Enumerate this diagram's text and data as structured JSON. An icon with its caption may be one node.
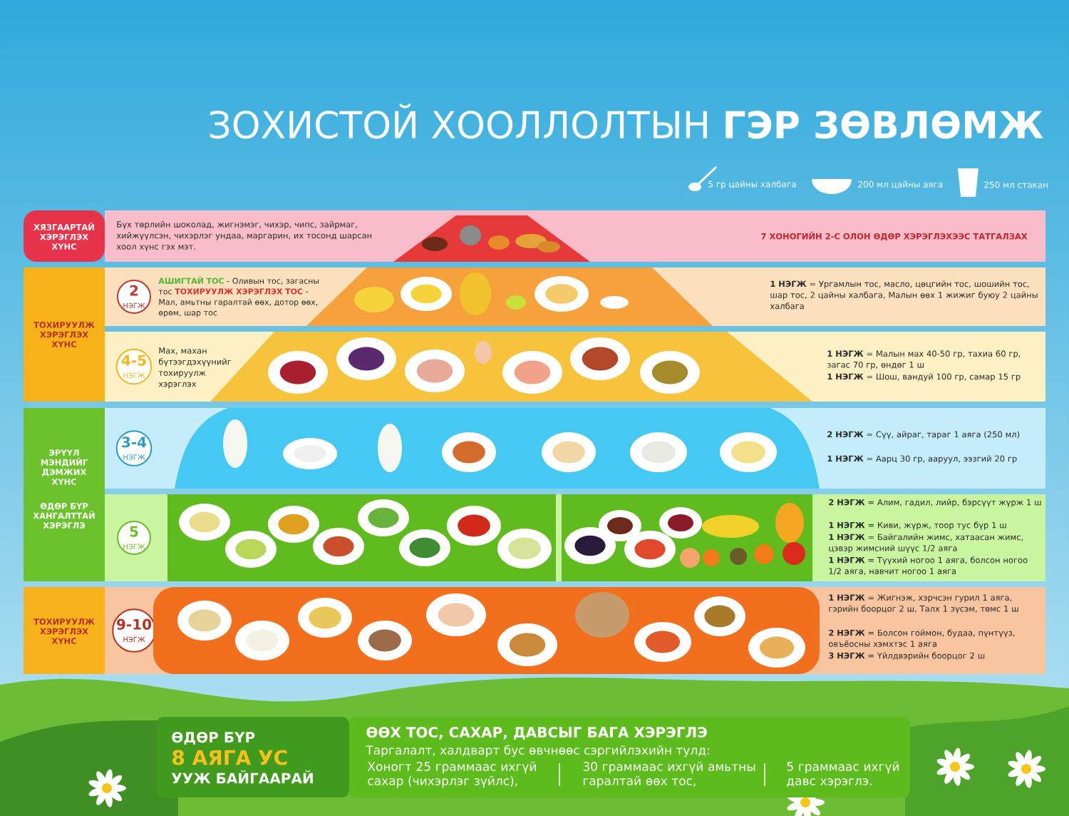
{
  "diagram": {
    "title": "ЗОХИСТОЙ ХООЛЛОЛТЫН **ГЭР ЗӨВЛӨМЖ**",
    "nodes": [
      {
        "text": [
          "ХЯЗГААРТАЙ ХЭРЭГЛЭХ ХҮНС"
        ]
      },
      {
        "text": [
          "Бүх төрлийн шоколад, жигнэмэг, чихэр, чипс, зайрмаг, хийжүүлсэн, чихэрлэг ундаа, маргарин, их тосонд шарсан хоол хүнс гэх мэт.",
          "7 ХОНОГИЙН 2-С ОЛОН ӨДӨР ХЭРЭГЛЭХЭЭС ТАТГАЛЗАХ"
        ]
      },
      {
        "text": [
          "ТОХИРУУЛЖ ХЭРЭГЛЭХ ХҮНС"
        ]
      },
      {
        "text": [
          "АШИГТАЙ ТОС",
          "- Оливын тос, загасны тос",
          "ТОХИРУУЛЖ ХЭРЭГЛЭХ ТОС",
          "- Мал, амьтны гаралтай өөх, дотор өөх, өрөм, шар тос",
          "**1 НЭГЖ** = Ургамлын тос, масло, цөцгийн тос, шошийн тос, шар тос, 2 цайны халбага, Малын өөх 1 жижиг буюу 2 цайны халбага"
        ]
      },
      {
        "text": [
          "2",
          "НЭГЖ"
        ],
        "in": 3
      },
      {
        "text": [
          "Мах, махан бүтээгдэхүүнийг тохируулж хэрэглэх",
          "**1 НЭГЖ** = Малын мах 40-50 гр, тахиа 60 гр, загас 70 гр, өндөг 1 ш",
          "**1 НЭГЖ** = Шош, вандуй 100 гр, самар 15 гр"
        ]
      },
      {
        "text": [
          "4-5",
          "НЭГЖ"
        ],
        "in": 5
      },
      {
        "text": [
          "ЭРҮҮЛ МЭНДИЙГ ДЭМЖИХ ХҮНС",
          "ӨДӨР БҮР ХАНГАЛТТАЙ ХЭРЭГЛЭ"
        ]
      },
      {
        "text": [
          "**2 НЭГЖ** = Сүү, айраг, тараг 1 аяга (250 мл)",
          "**1 НЭГЖ** = Аарц 30 гр, ааруул, ээзгий 20 гр"
        ]
      },
      {
        "text": [
          "3-4",
          "НЭГЖ"
        ],
        "in": 8
      },
      {
        "text": [
          "**2 НЭГЖ** = Алим, гадил, лийр, бэрсүүт жүрж 1 ш",
          "**1 НЭГЖ** = Киви, жүрж, тоор тус бүр 1 ш",
          "**1 НЭГЖ** = Байгалийн жимс, хатаасан жимс, цэвэр жимсний шүүс 1/2 аяга",
          "**1 НЭГЖ** = Түүхий ногоо 1 аяга, болсон ногоо 1/2 аяга, навчит ногоо 1 аяга"
        ]
      },
      {
        "text": [
          "5",
          "НЭГЖ"
        ],
        "in": 10
      },
      {
        "text": [
          "ТОХИРУУЛЖ ХЭРЭГЛЭХ ХҮНС"
        ]
      },
      {
        "text": [
          "**1 НЭГЖ** = Жигнэж, хэрчсэн гурил 1 аяга, гэрийн боорцог 2 ш, Талх 1 зүсэм, төмс 1 ш",
          "**2 НЭГЖ** = Болсон гоймон, будаа, пүнтүүз, овъёосны хэмхтэс 1 аяга",
          "**3 НЭГЖ** = Үйлдвэрийн боорцог 2 ш"
        ]
      },
      {
        "text": [
          "9-10",
          "НЭГЖ"
        ],
        "in": 13
      },
      {
        "text": [
          "ӨДӨР БҮР",
          "8 АЯГА УС",
          "УУЖ БАЙГААРАЙ"
        ]
      },
      {
        "text": [
          "ӨӨХ ТОС, САХАР, ДАВСЫГ БАГА ХЭРЭГЛЭ",
          "Таргалалт, халдварт бус өвчнөөс сэргийлэхийн тулд:",
          "Хоногт 25 граммаас ихгүй сахар (чихэрлэг зүйлс),",
          "30 граммаас ихгүй амьтны гаралтай өөх тос,",
          "5 граммаас ихгүй давс хэрэглэ."
        ]
      }
    ],
    "legend": [
      {
        "text": "5 гр цайны халбага"
      },
      {
        "text": "200 мл цайны аяга"
      },
      {
        "text": "250 мл стакан"
      }
    ]
  }
}
